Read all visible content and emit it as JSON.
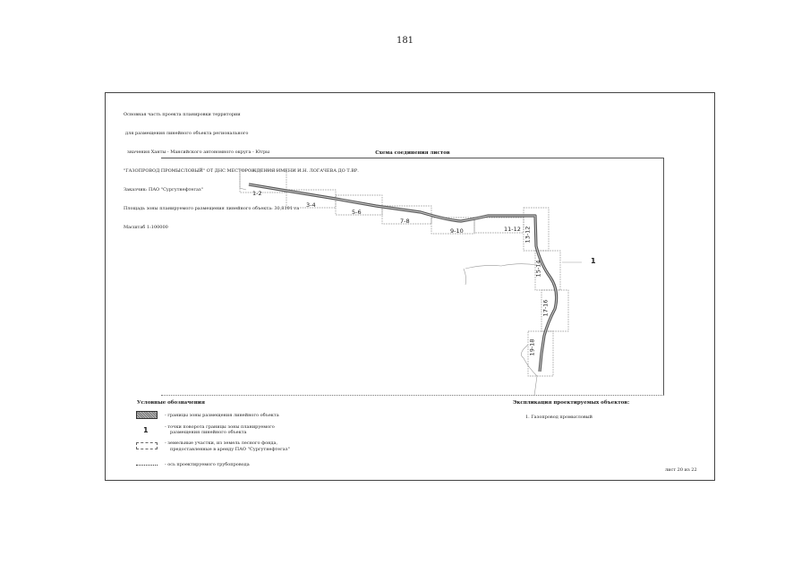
{
  "page_number": "181",
  "header": {
    "lines": [
      "Основная часть проекта планировки территории",
      "для размещения линейного объекта регионального",
      "значения Ханты - Мансийского автономного округа - Югры",
      "\"ГАЗОПРОВОД ПРОМЫСЛОВЫЙ\" ОТ ДНС МЕСТОРОЖДЕНИЯ ИМЕНИ И.Н. ЛОГАЧЕВА ДО Т.ВР.",
      "Заказчик: ПАО \"Сургутнефтегаз\"",
      "Площадь зоны планируемого размещения линейного объекта: 30,8101 га",
      "Масштаб 1:100000"
    ]
  },
  "map": {
    "title": "Схема соединения листов",
    "segment_labels": [
      "1-2",
      "3-4",
      "5-6",
      "7-8",
      "9-10",
      "11-12",
      "13-12",
      "15-14",
      "17-16",
      "19-18"
    ],
    "point_label": "1"
  },
  "legend": {
    "title": "Условные обозначения",
    "items": [
      "- границы зоны размещения линейного объекта",
      "- точки поворота границы зоны планируемого",
      "размещения линейного объекта",
      "- земельные участки, из земель лесного фонда,",
      "предоставленные в аренду ПАО \"Сургутнефтегаз\"",
      "- ось проектируемого трубопровода"
    ],
    "point_symbol": "1"
  },
  "explication": {
    "title": "Экспликация проектируемых объектов:",
    "items": [
      "1. Газопровод промысловый"
    ]
  },
  "sheet_label": "лист 20 из 22"
}
